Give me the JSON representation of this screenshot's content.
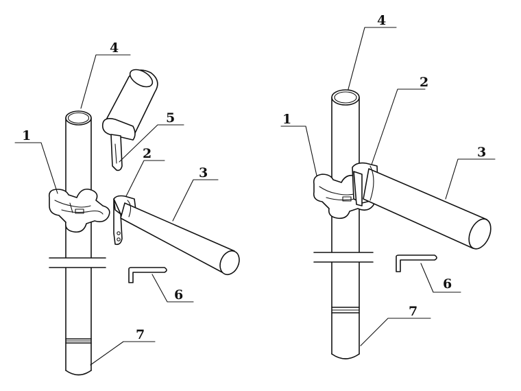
{
  "left_view": {
    "labels": [
      "1",
      "2",
      "3",
      "4",
      "5",
      "6",
      "7"
    ]
  },
  "right_view": {
    "labels": [
      "1",
      "2",
      "3",
      "4",
      "6",
      "7"
    ]
  }
}
